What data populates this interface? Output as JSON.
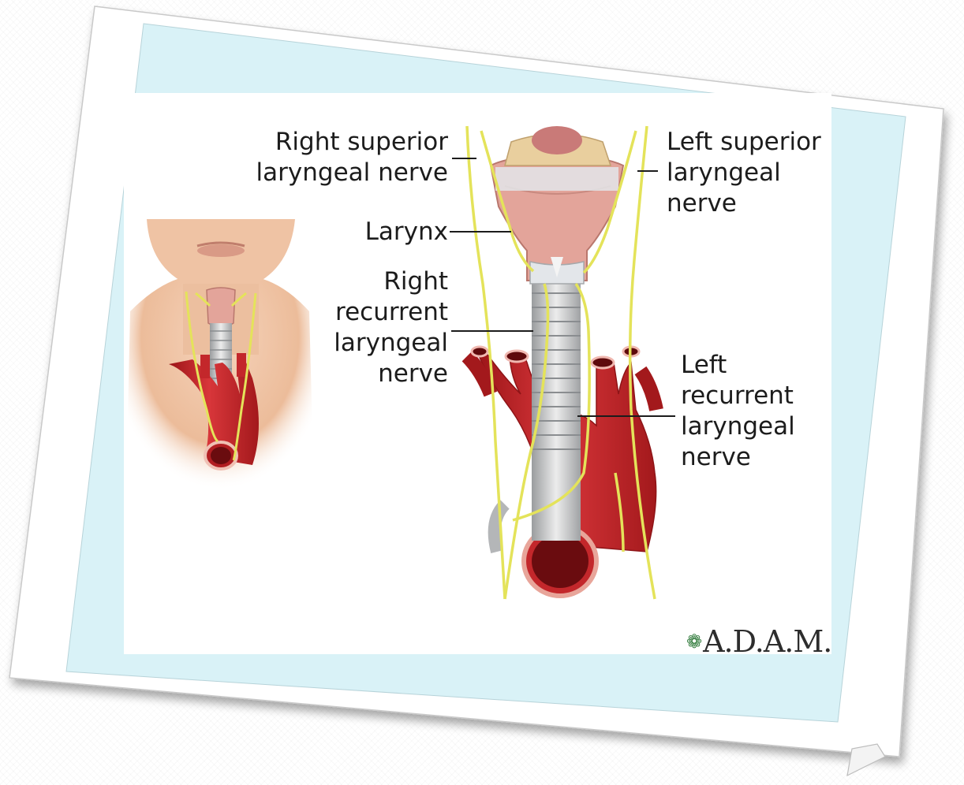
{
  "labels": {
    "right_superior": [
      "Right superior",
      "laryngeal nerve"
    ],
    "left_superior": [
      "Left superior",
      "laryngeal",
      "nerve"
    ],
    "larynx": "Larynx",
    "right_recurrent": [
      "Right",
      "recurrent",
      "laryngeal",
      "nerve"
    ],
    "left_recurrent": [
      "Left",
      "recurrent",
      "laryngeal",
      "nerve"
    ]
  },
  "logo": {
    "text": "A.D.A.M.",
    "icon": "leaf-icon"
  },
  "colors": {
    "slide_bg": "#d9f2f7",
    "nerve": "#e4e35a",
    "artery": "#c3272b",
    "trachea": "#cfd2d4",
    "larynx": "#e3a49a",
    "skin": "#f0c7a9"
  }
}
